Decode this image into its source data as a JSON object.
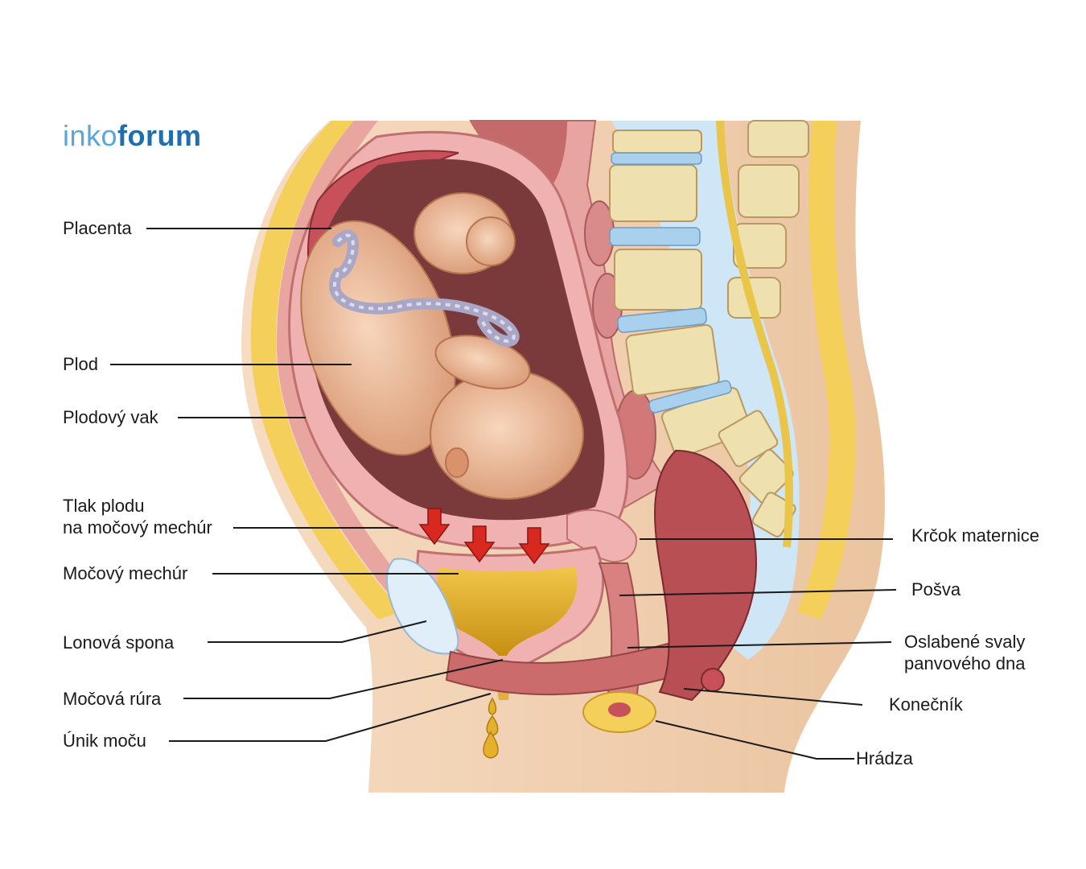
{
  "logo": {
    "part1": "inko",
    "part2": "forum"
  },
  "labels": {
    "placenta": "Placenta",
    "plod": "Plod",
    "plodovy_vak": "Plodový vak",
    "tlak_plodu": "Tlak plodu\nna močový mechúr",
    "mocovy_mechur": "Močový mechúr",
    "lonova_spona": "Lonová spona",
    "mocova_rura": "Močová rúra",
    "unik_mocu": "Únik moču",
    "krcok_maternice": "Krčok maternice",
    "posva": "Pošva",
    "oslabene_svaly": "Oslabené svaly\npanvového dna",
    "konecnik": "Konečník",
    "hradza": "Hrádza"
  },
  "colors": {
    "skin": "#f2d0b0",
    "fat": "#f4cf5a",
    "uterus": "#e8a0a4",
    "amniotic": "#7a3a3c",
    "urine": "#d9a520",
    "arrow": "#d9281f",
    "bone": "#efe0b0",
    "disc": "#a9d0ec"
  }
}
